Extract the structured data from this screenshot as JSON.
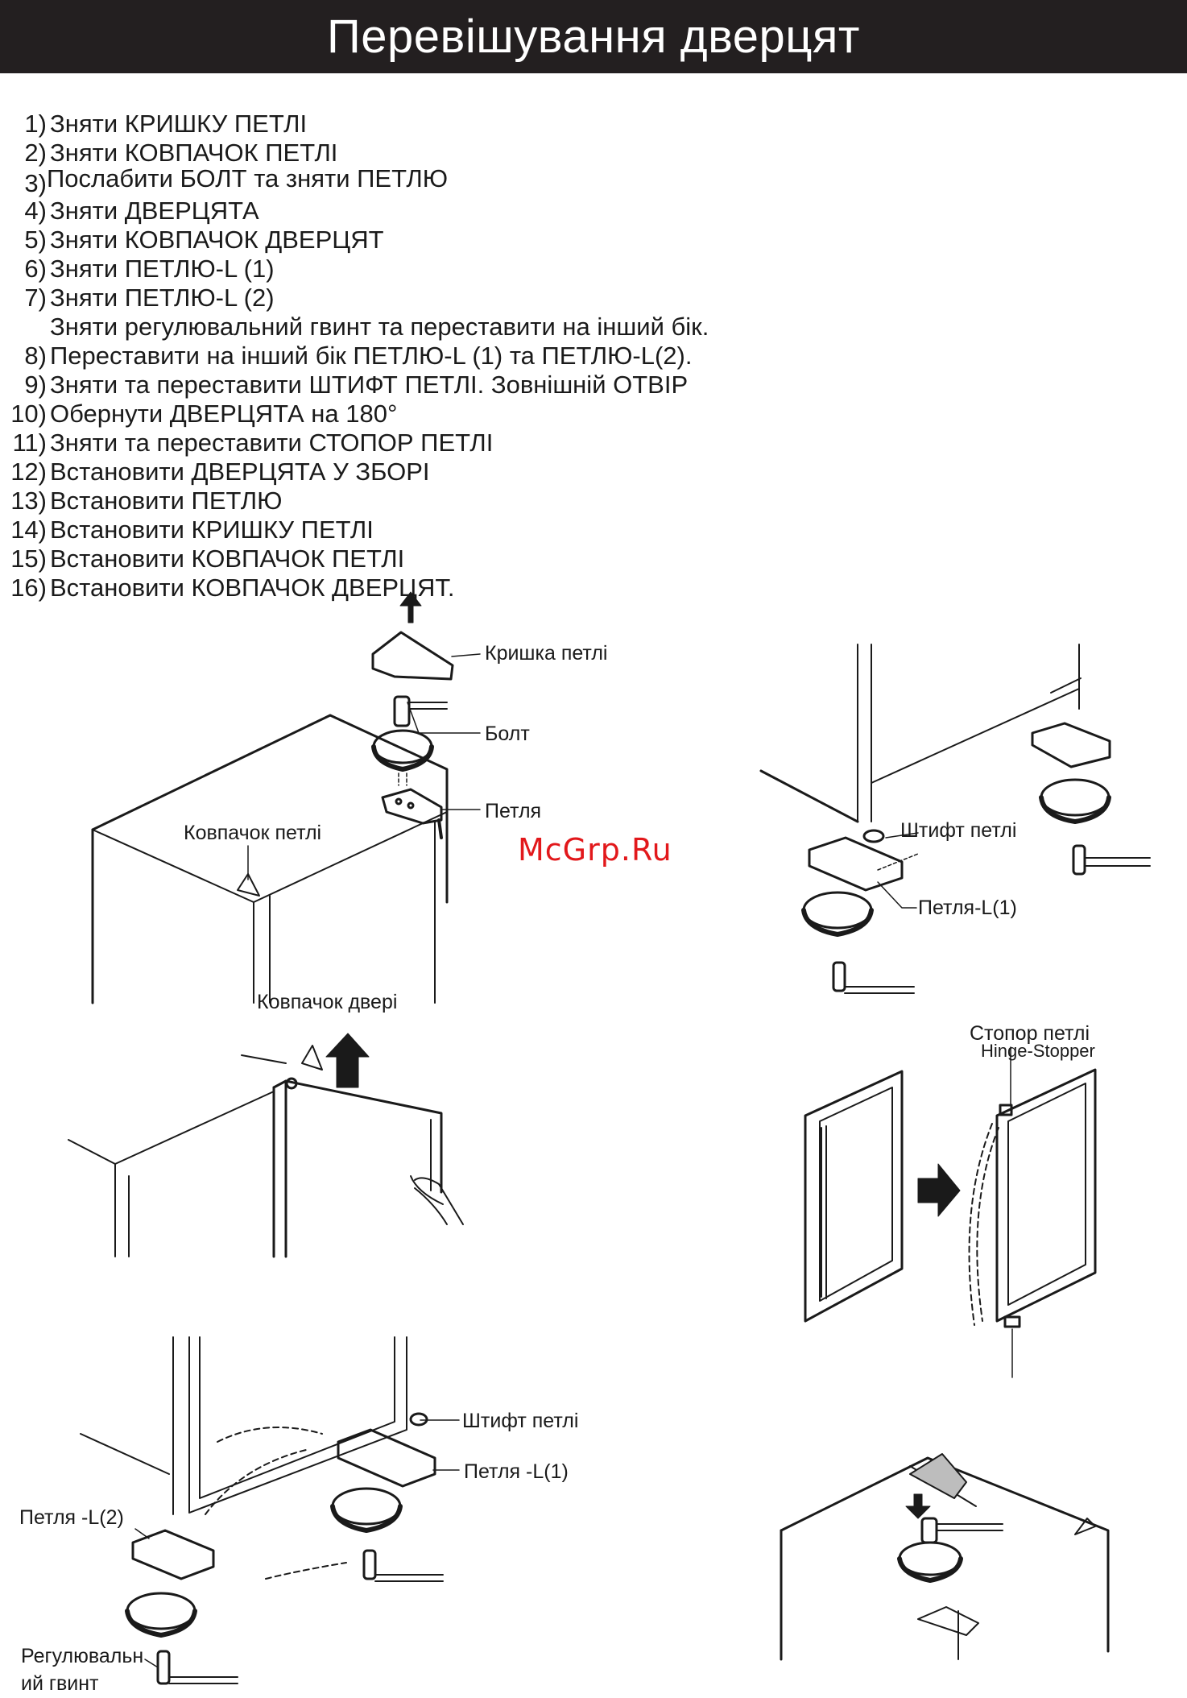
{
  "title": "Перевішування дверцят",
  "steps": [
    {
      "num": "1)",
      "text": "Зняти КРИШКУ ПЕТЛІ"
    },
    {
      "num": "2)",
      "text": "Зняти КОВПАЧОК ПЕТЛІ"
    },
    {
      "num": "3)",
      "text": "Послабити БОЛТ та зняти ПЕТЛЮ"
    },
    {
      "num": "4)",
      "text": "Зняти ДВЕРЦЯТА"
    },
    {
      "num": "5)",
      "text": "Зняти КОВПАЧОК ДВЕРЦЯТ"
    },
    {
      "num": "6)",
      "text": "Зняти ПЕТЛЮ-L (1)"
    },
    {
      "num": "7)",
      "text": "Зняти ПЕТЛЮ-L (2)"
    },
    {
      "num": "",
      "text": "Зняти регулювальний гвинт та переставити на інший бік."
    },
    {
      "num": "8)",
      "text": "Переставити на інший бік ПЕТЛЮ-L (1) та ПЕТЛЮ-L(2)."
    },
    {
      "num": "9)",
      "text": "Зняти та переставити ШТИФТ ПЕТЛІ. Зовнішній ОТВІР"
    },
    {
      "num": "10)",
      "text": "Обернути ДВЕРЦЯТА на 180°"
    },
    {
      "num": "11)",
      "text": "Зняти та переставити СТОПОР ПЕТЛІ"
    },
    {
      "num": "12)",
      "text": "Встановити ДВЕРЦЯТА У ЗБОРІ"
    },
    {
      "num": "13)",
      "text": "Встановити ПЕТЛЮ"
    },
    {
      "num": "14)",
      "text": "Встановити КРИШКУ ПЕТЛІ"
    },
    {
      "num": "15)",
      "text": "Встановити КОВПАЧОК ПЕТЛІ"
    },
    {
      "num": "16)",
      "text": "Встановити КОВПАЧОК ДВЕРЦЯТ."
    }
  ],
  "labels": {
    "hinge_cover": "Кришка петлі",
    "bolt": "Болт",
    "hinge": "Петля",
    "hinge_cap": "Ковпачок петлі",
    "hinge_pin_1": "Штифт петлі",
    "hinge_l1_1": "Петля-L(1)",
    "door_cap": "Ковпачок двері",
    "hinge_stopper_ua": "Стопор петлі",
    "hinge_stopper_en": "Hinge-Stopper",
    "hinge_pin_2": "Штифт петлі",
    "hinge_l1_2": "Петля -L(1)",
    "hinge_l2": "Петля -L(2)",
    "adjust_screw_1": "Регулювальн",
    "adjust_screw_2": "ий гвинт"
  },
  "watermark": "McGrp.Ru"
}
